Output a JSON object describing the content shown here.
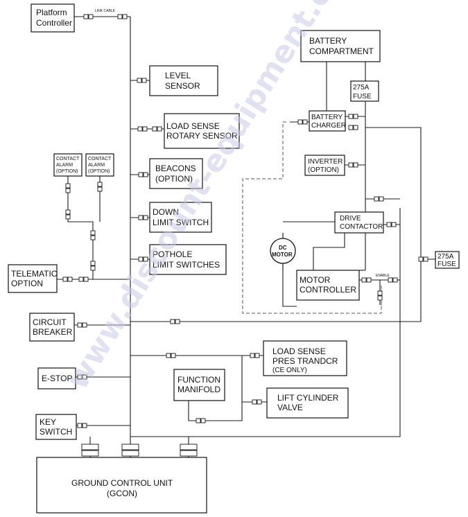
{
  "components": {
    "platform_controller": [
      "Platform",
      "Controller"
    ],
    "link_cable": "LINK CABLE",
    "level_sensor": [
      "LEVEL",
      "SENSOR"
    ],
    "load_sense_rotary": [
      "LOAD SENSE",
      "ROTARY SENSOR"
    ],
    "beacons": [
      "BEACONS",
      "(OPTION)"
    ],
    "down_limit": [
      "DOWN",
      "LIMIT SWITCH"
    ],
    "pothole": [
      "POTHOLE",
      "LIMIT SWITCHES"
    ],
    "contact_alarm_1": [
      "CONTACT",
      "ALARM",
      "(OPTION)"
    ],
    "contact_alarm_2": [
      "CONTACT",
      "ALARM",
      "(OPTION)"
    ],
    "telematic": [
      "TELEMATIC",
      "OPTION"
    ],
    "circuit_breaker": [
      "CIRCUIT",
      "BREAKER"
    ],
    "estop": "E-STOP",
    "key_switch": [
      "KEY",
      "SWITCH"
    ],
    "battery_compartment": [
      "BATTERY",
      "COMPARTMENT"
    ],
    "fuse_main": [
      "275A",
      "FUSE"
    ],
    "battery_charger": [
      "BATTERY",
      "CHARGER"
    ],
    "inverter": [
      "INVERTER",
      "(OPTION)"
    ],
    "drive_contactor": [
      "DRIVE",
      "CONTACTOR"
    ],
    "dc_motor": [
      "DC",
      "MOTOR"
    ],
    "motor_controller": [
      "MOTOR",
      "CONTROLLER"
    ],
    "enable": "ENABLE",
    "fuse_right": [
      "275A",
      "FUSE"
    ],
    "load_sense_pres": [
      "LOAD SENSE",
      "PRES TRANDCR",
      "(CE  ONLY)"
    ],
    "function_manifold": [
      "FUNCTION",
      "MANIFOLD"
    ],
    "lift_cylinder": [
      "LIFT CYLINDER",
      "VALVE"
    ],
    "gcon": [
      "GROUND CONTROL UNIT",
      "(GCON)"
    ]
  },
  "watermark": "www.discount-equipment.com"
}
